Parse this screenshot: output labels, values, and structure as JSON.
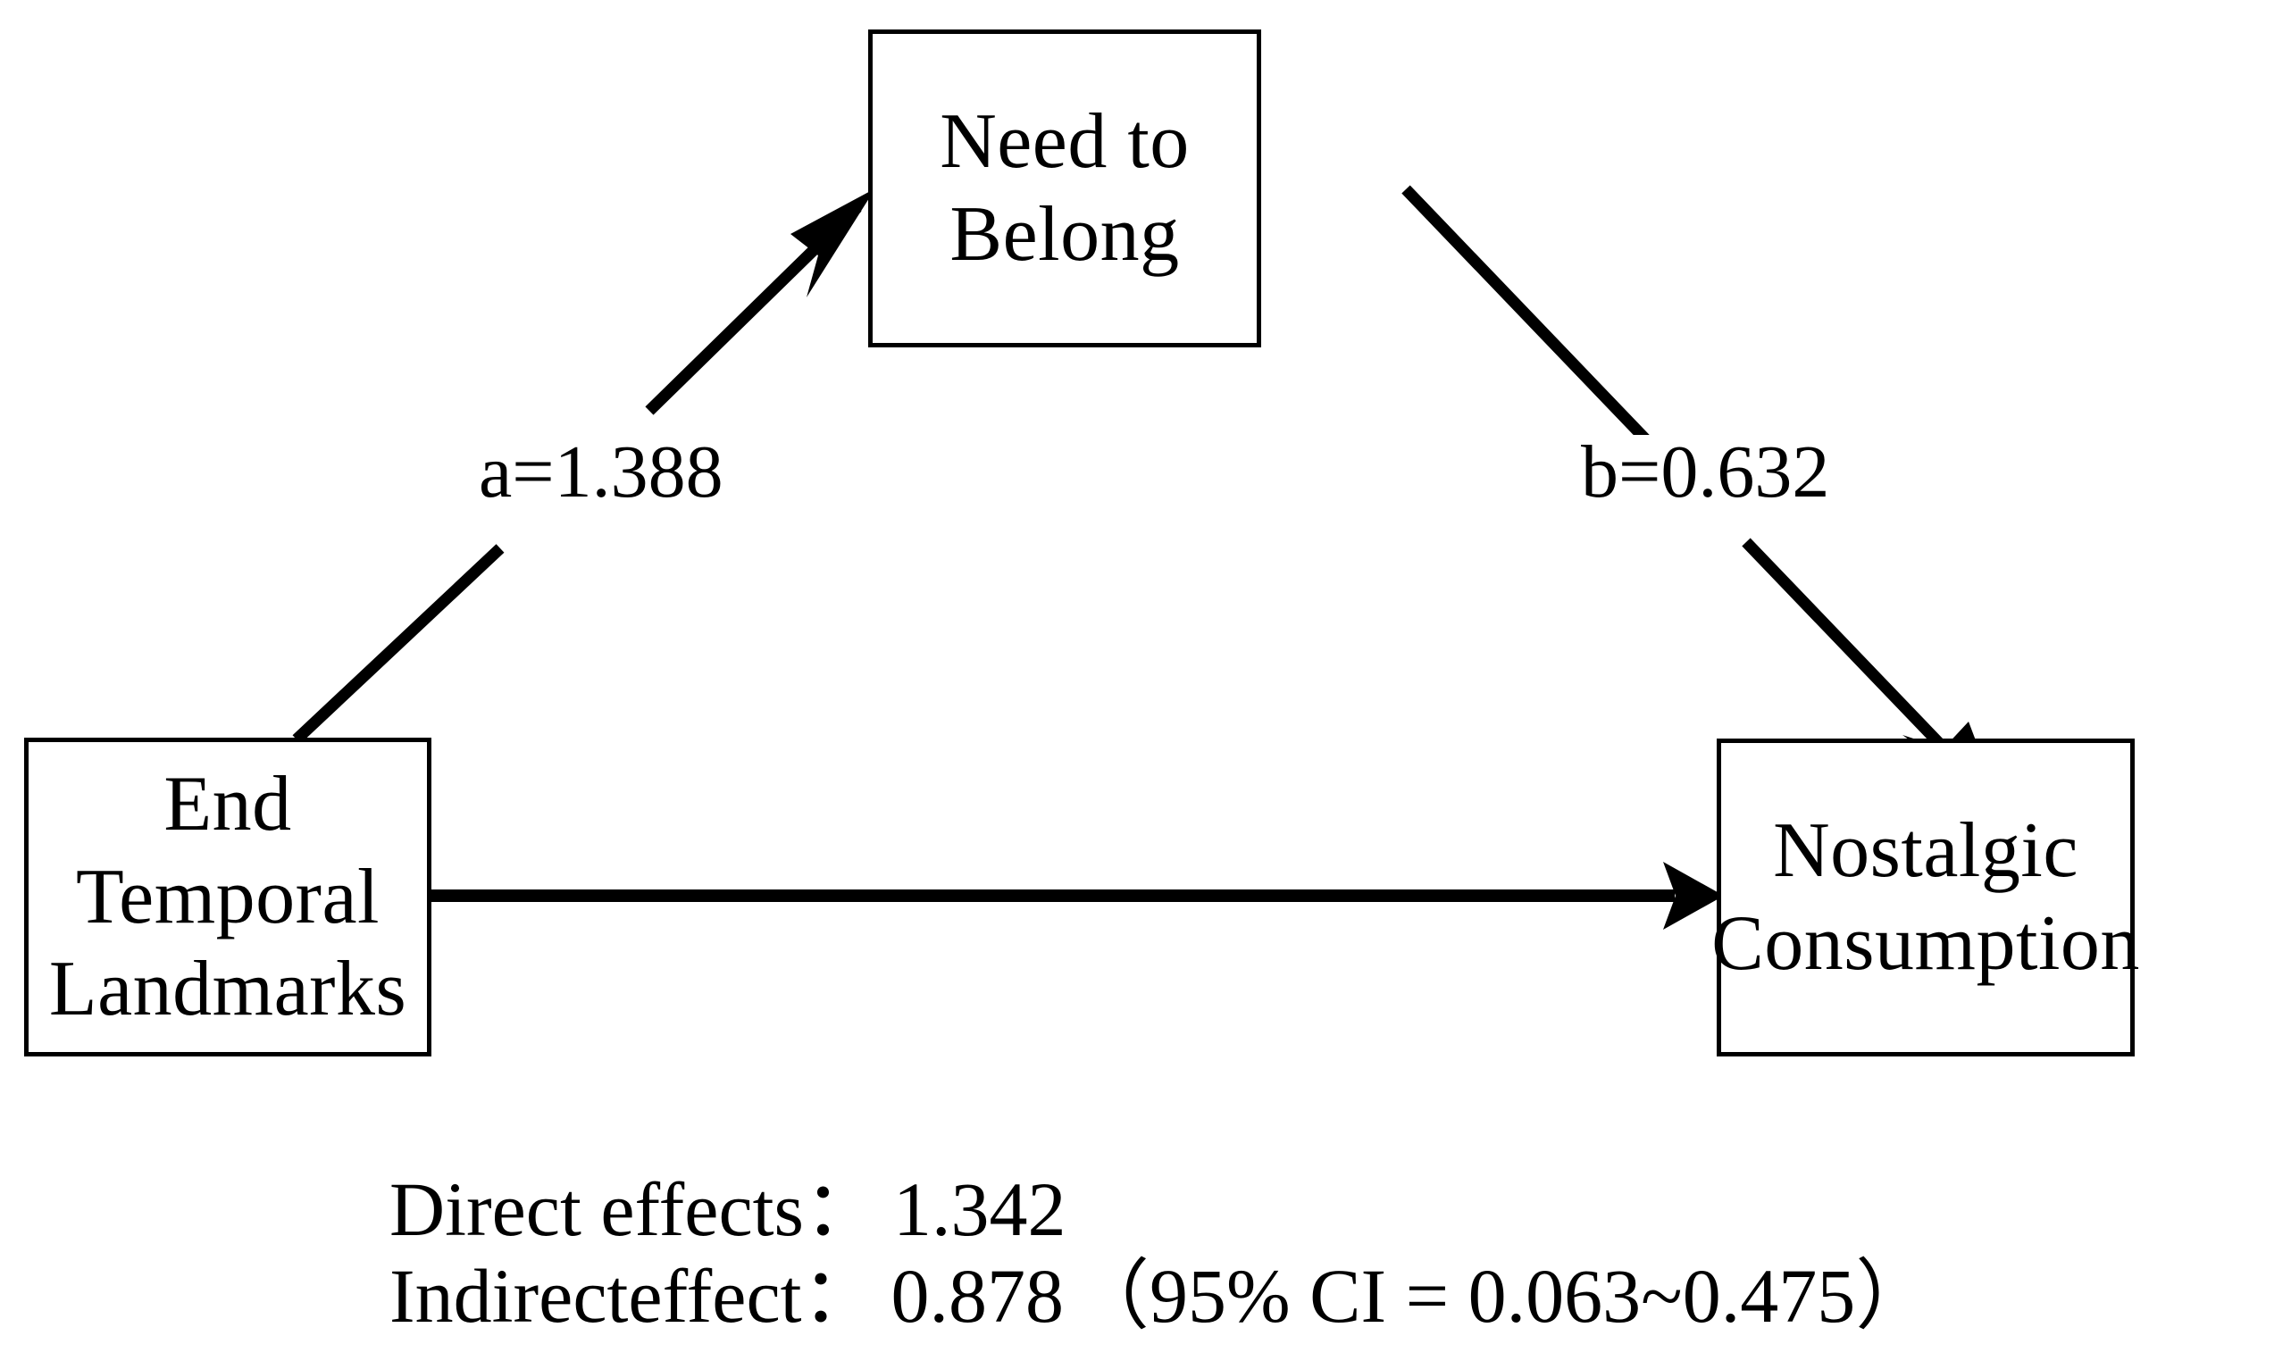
{
  "diagram": {
    "type": "mediation-model",
    "nodes": [
      {
        "id": "end-temporal-landmarks",
        "label": "End Temporal\nLandmarks",
        "role": "independent-variable"
      },
      {
        "id": "need-to-belong",
        "label": "Need to Belong",
        "role": "mediator"
      },
      {
        "id": "nostalgic-consumption",
        "label": "Nostalgic\nConsumption",
        "role": "dependent-variable"
      }
    ],
    "paths": [
      {
        "id": "path-a",
        "label": "a=1.388",
        "coefficient_name": "a",
        "coefficient_value": "1.388",
        "from": "end-temporal-landmarks",
        "to": "need-to-belong"
      },
      {
        "id": "path-b",
        "label": "b=0.632",
        "coefficient_name": "b",
        "coefficient_value": "0.632",
        "from": "need-to-belong",
        "to": "nostalgic-consumption"
      },
      {
        "id": "path-c",
        "label": "",
        "from": "end-temporal-landmarks",
        "to": "nostalgic-consumption"
      }
    ],
    "effects": {
      "direct": {
        "label": "Direct effects：",
        "value": "1.342"
      },
      "indirect": {
        "label": "Indirecteffect：",
        "value": "0.878",
        "ci": "（95% CI = 0.063~0.475）"
      }
    },
    "colors": {
      "stroke": "#000000",
      "background": "#ffffff",
      "text": "#000000"
    }
  }
}
